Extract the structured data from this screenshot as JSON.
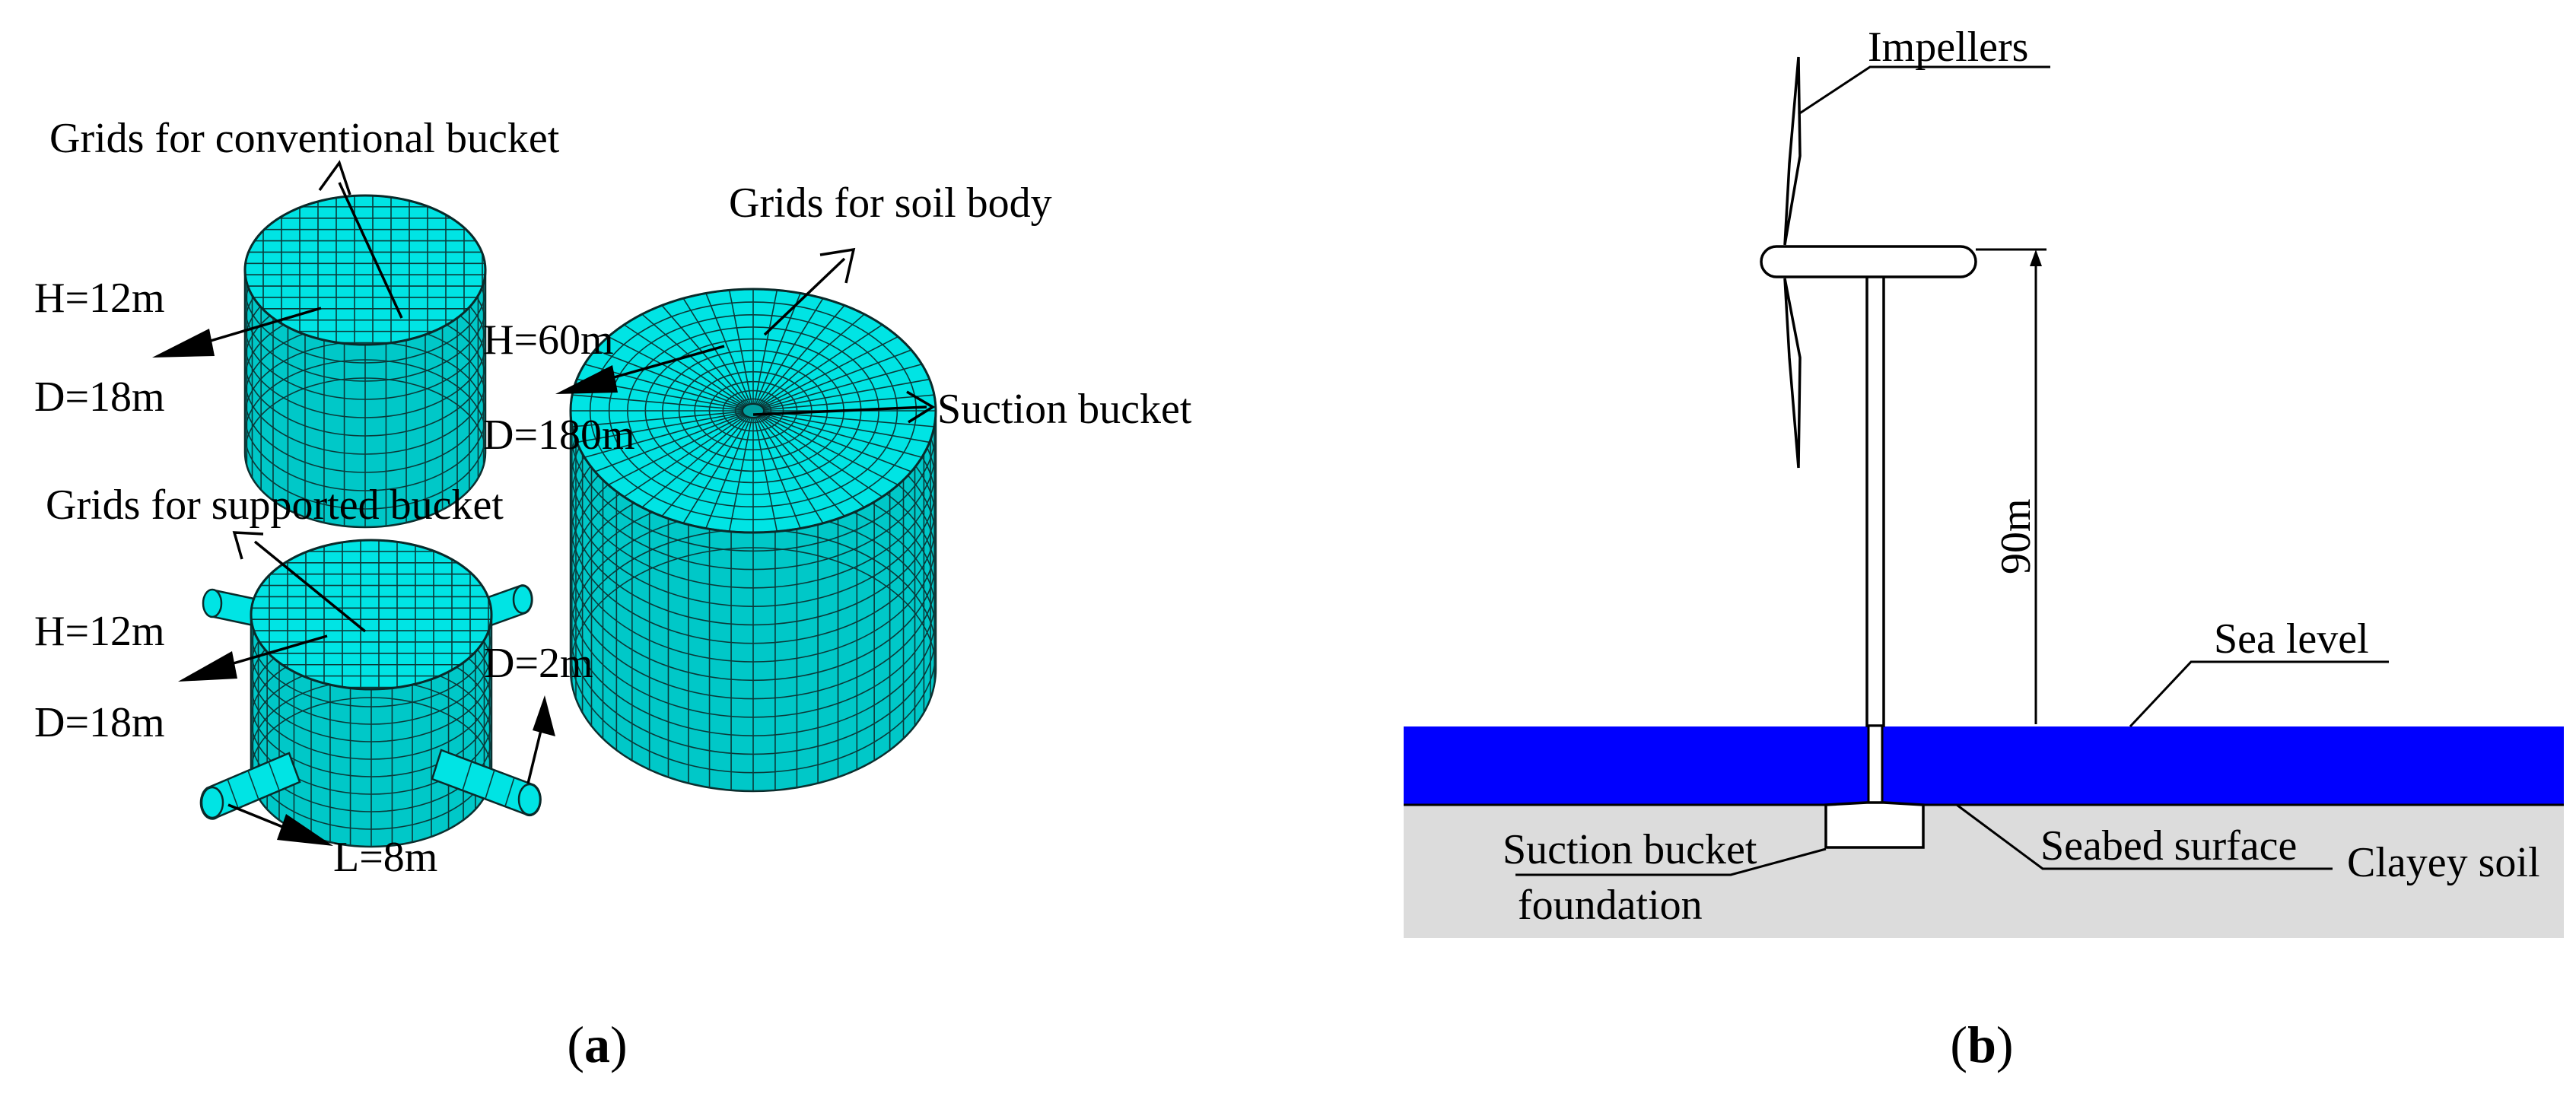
{
  "panel_a": {
    "caption_open": "(",
    "caption_letter": "a",
    "caption_close": ")",
    "labels": {
      "grids_conventional": "Grids for conventional bucket",
      "grids_soil": "Grids for soil body",
      "grids_supported": "Grids for supported bucket",
      "suction_bucket": "Suction bucket",
      "conv_h": "H=12m",
      "conv_d": "D=18m",
      "soil_h": "H=60m",
      "soil_d": "D=180m",
      "supp_h": "H=12m",
      "supp_d": "D=18m",
      "pipe_d": "D=2m",
      "pipe_l": "L=8m"
    },
    "mesh_color": "#00e4e4"
  },
  "panel_b": {
    "caption_open": "(",
    "caption_letter": "b",
    "caption_close": ")",
    "labels": {
      "impellers": "Impellers",
      "height": "90m",
      "sea_level": "Sea level",
      "suction_bucket_line1": "Suction bucket",
      "suction_bucket_line2": "foundation",
      "seabed_surface": "Seabed surface",
      "clayey_soil": "Clayey soil"
    },
    "colors": {
      "sea": "#0000ff",
      "soil": "#dcdcdc"
    }
  }
}
